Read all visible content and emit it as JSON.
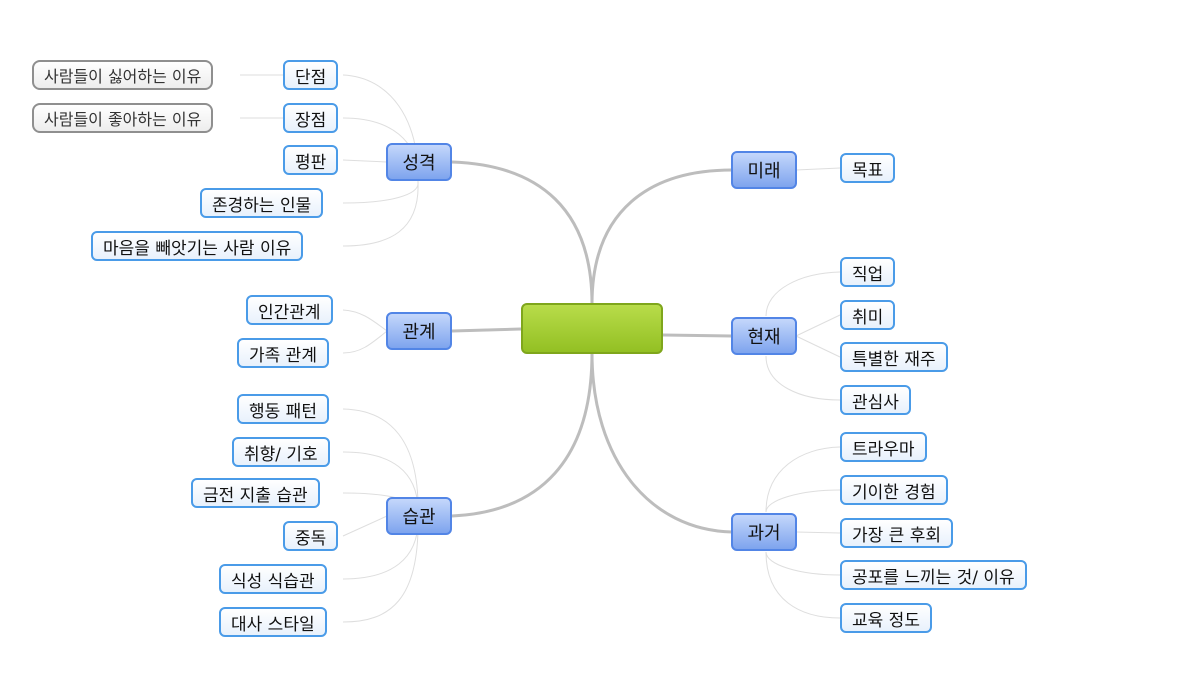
{
  "root": {
    "label": ""
  },
  "branches": {
    "personality": {
      "label": "성격",
      "items": [
        "단점",
        "장점",
        "평판",
        "존경하는 인물",
        "마음을 빼앗기는 사람 이유"
      ],
      "sub": {
        "weakness": "사람들이 싫어하는 이유",
        "strength": "사람들이 좋아하는 이유"
      }
    },
    "relations": {
      "label": "관계",
      "items": [
        "인간관계",
        "가족 관계"
      ]
    },
    "habits": {
      "label": "습관",
      "items": [
        "행동 패턴",
        "취향/ 기호",
        "금전 지출 습관",
        "중독",
        "식성 식습관",
        "대사 스타일"
      ]
    },
    "future": {
      "label": "미래",
      "items": [
        "목표"
      ]
    },
    "present": {
      "label": "현재",
      "items": [
        "직업",
        "취미",
        "특별한 재주",
        "관심사"
      ]
    },
    "past": {
      "label": "과거",
      "items": [
        "트라우마",
        "기이한 경험",
        "가장 큰 후회",
        "공포를 느끼는 것/ 이유",
        "교육 정도"
      ]
    }
  },
  "colors": {
    "root": "#9bc52a",
    "main_branch": "#7ea4ee",
    "leaf_border": "#4a9be8",
    "note_border": "#8f8f8f",
    "main_link": "#bdbdbd",
    "sub_link": "#dedede"
  }
}
